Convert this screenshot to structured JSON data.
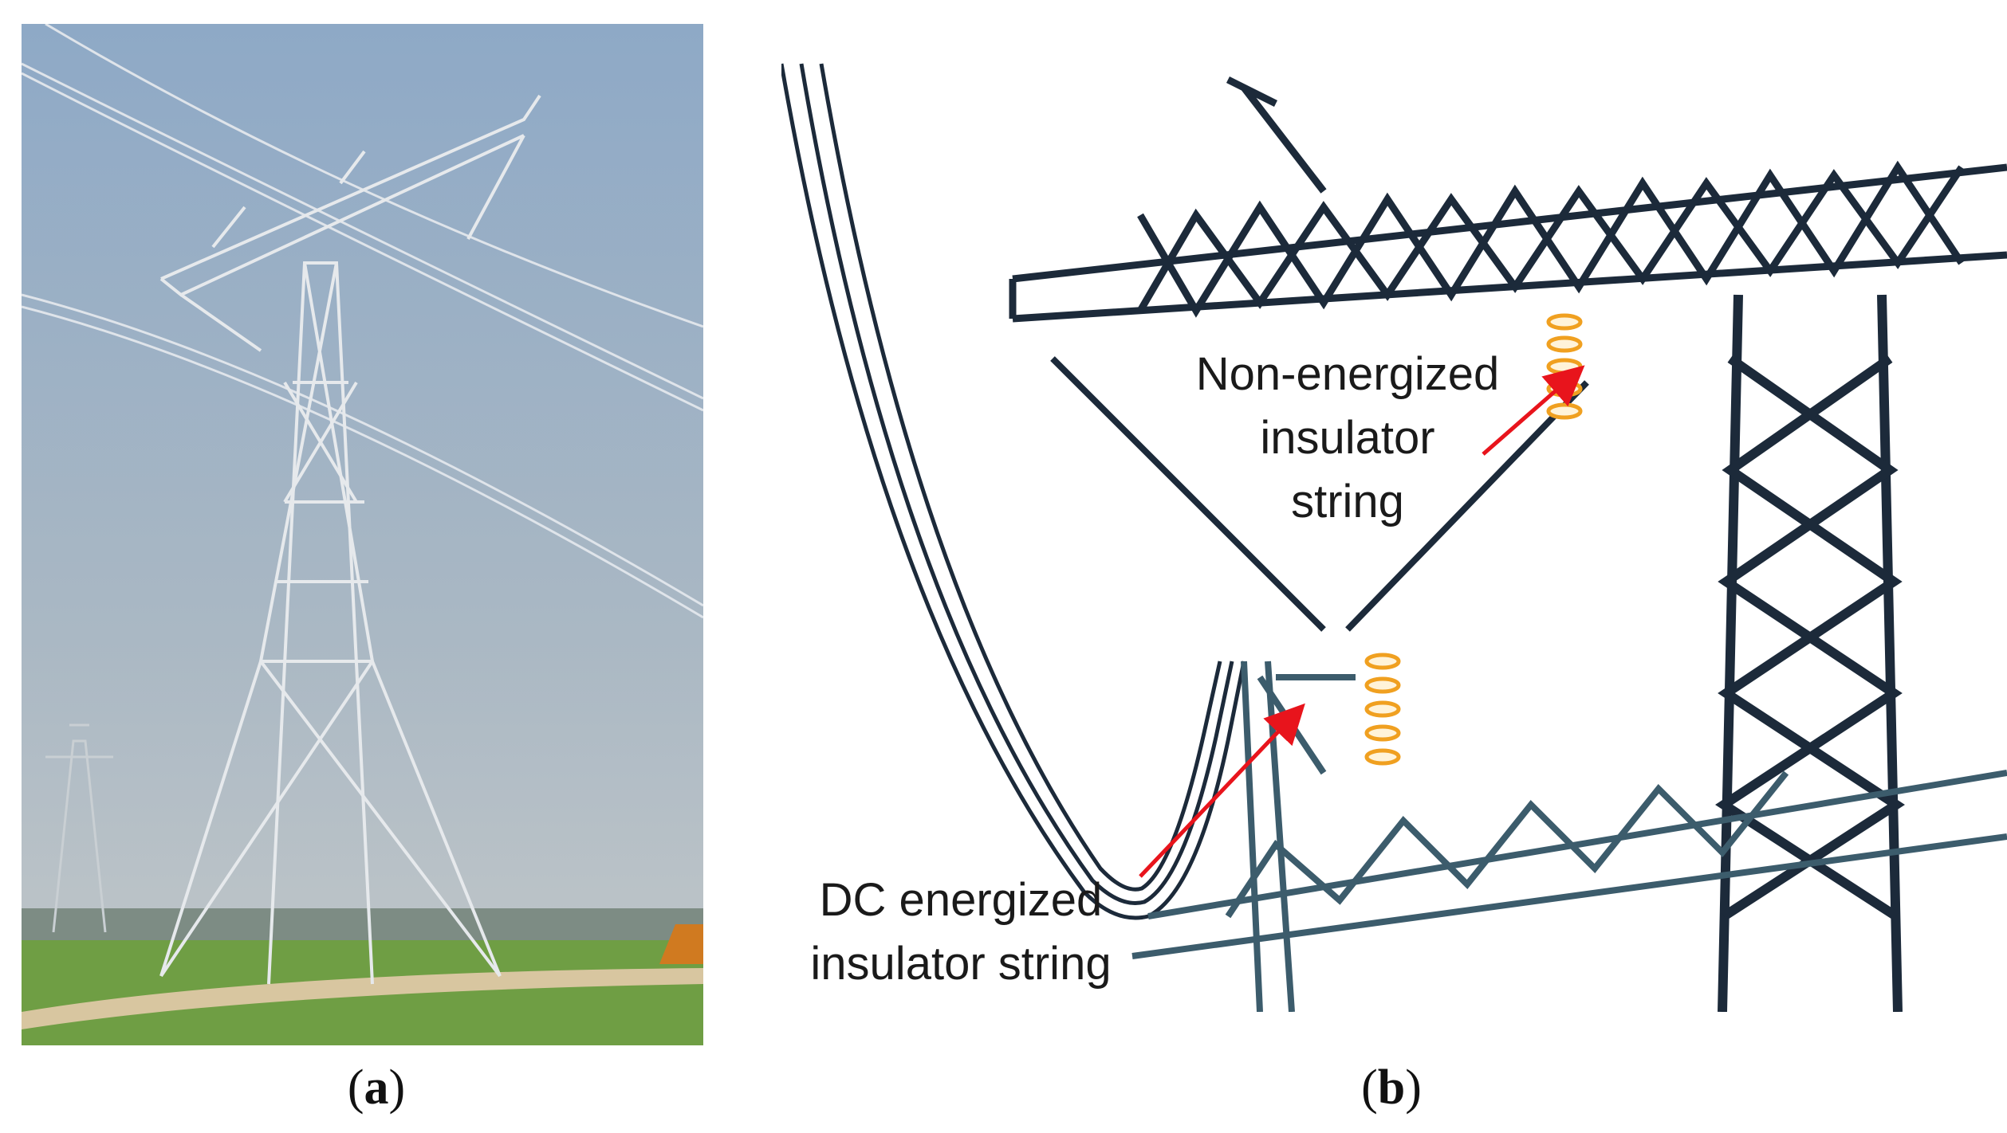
{
  "panels": {
    "a": {
      "caption_letter": "a"
    },
    "b": {
      "caption_letter": "b"
    }
  },
  "annotations": {
    "non_energized": "Non-energized\ninsulator\nstring",
    "dc_energized": "DC energized\ninsulator string"
  },
  "colors": {
    "arrow": "#e8141c",
    "insulator": "#f0a020",
    "sky": "#9fb4cb",
    "grass": "#6f9e44",
    "tower_dark": "#1c2a3a"
  }
}
